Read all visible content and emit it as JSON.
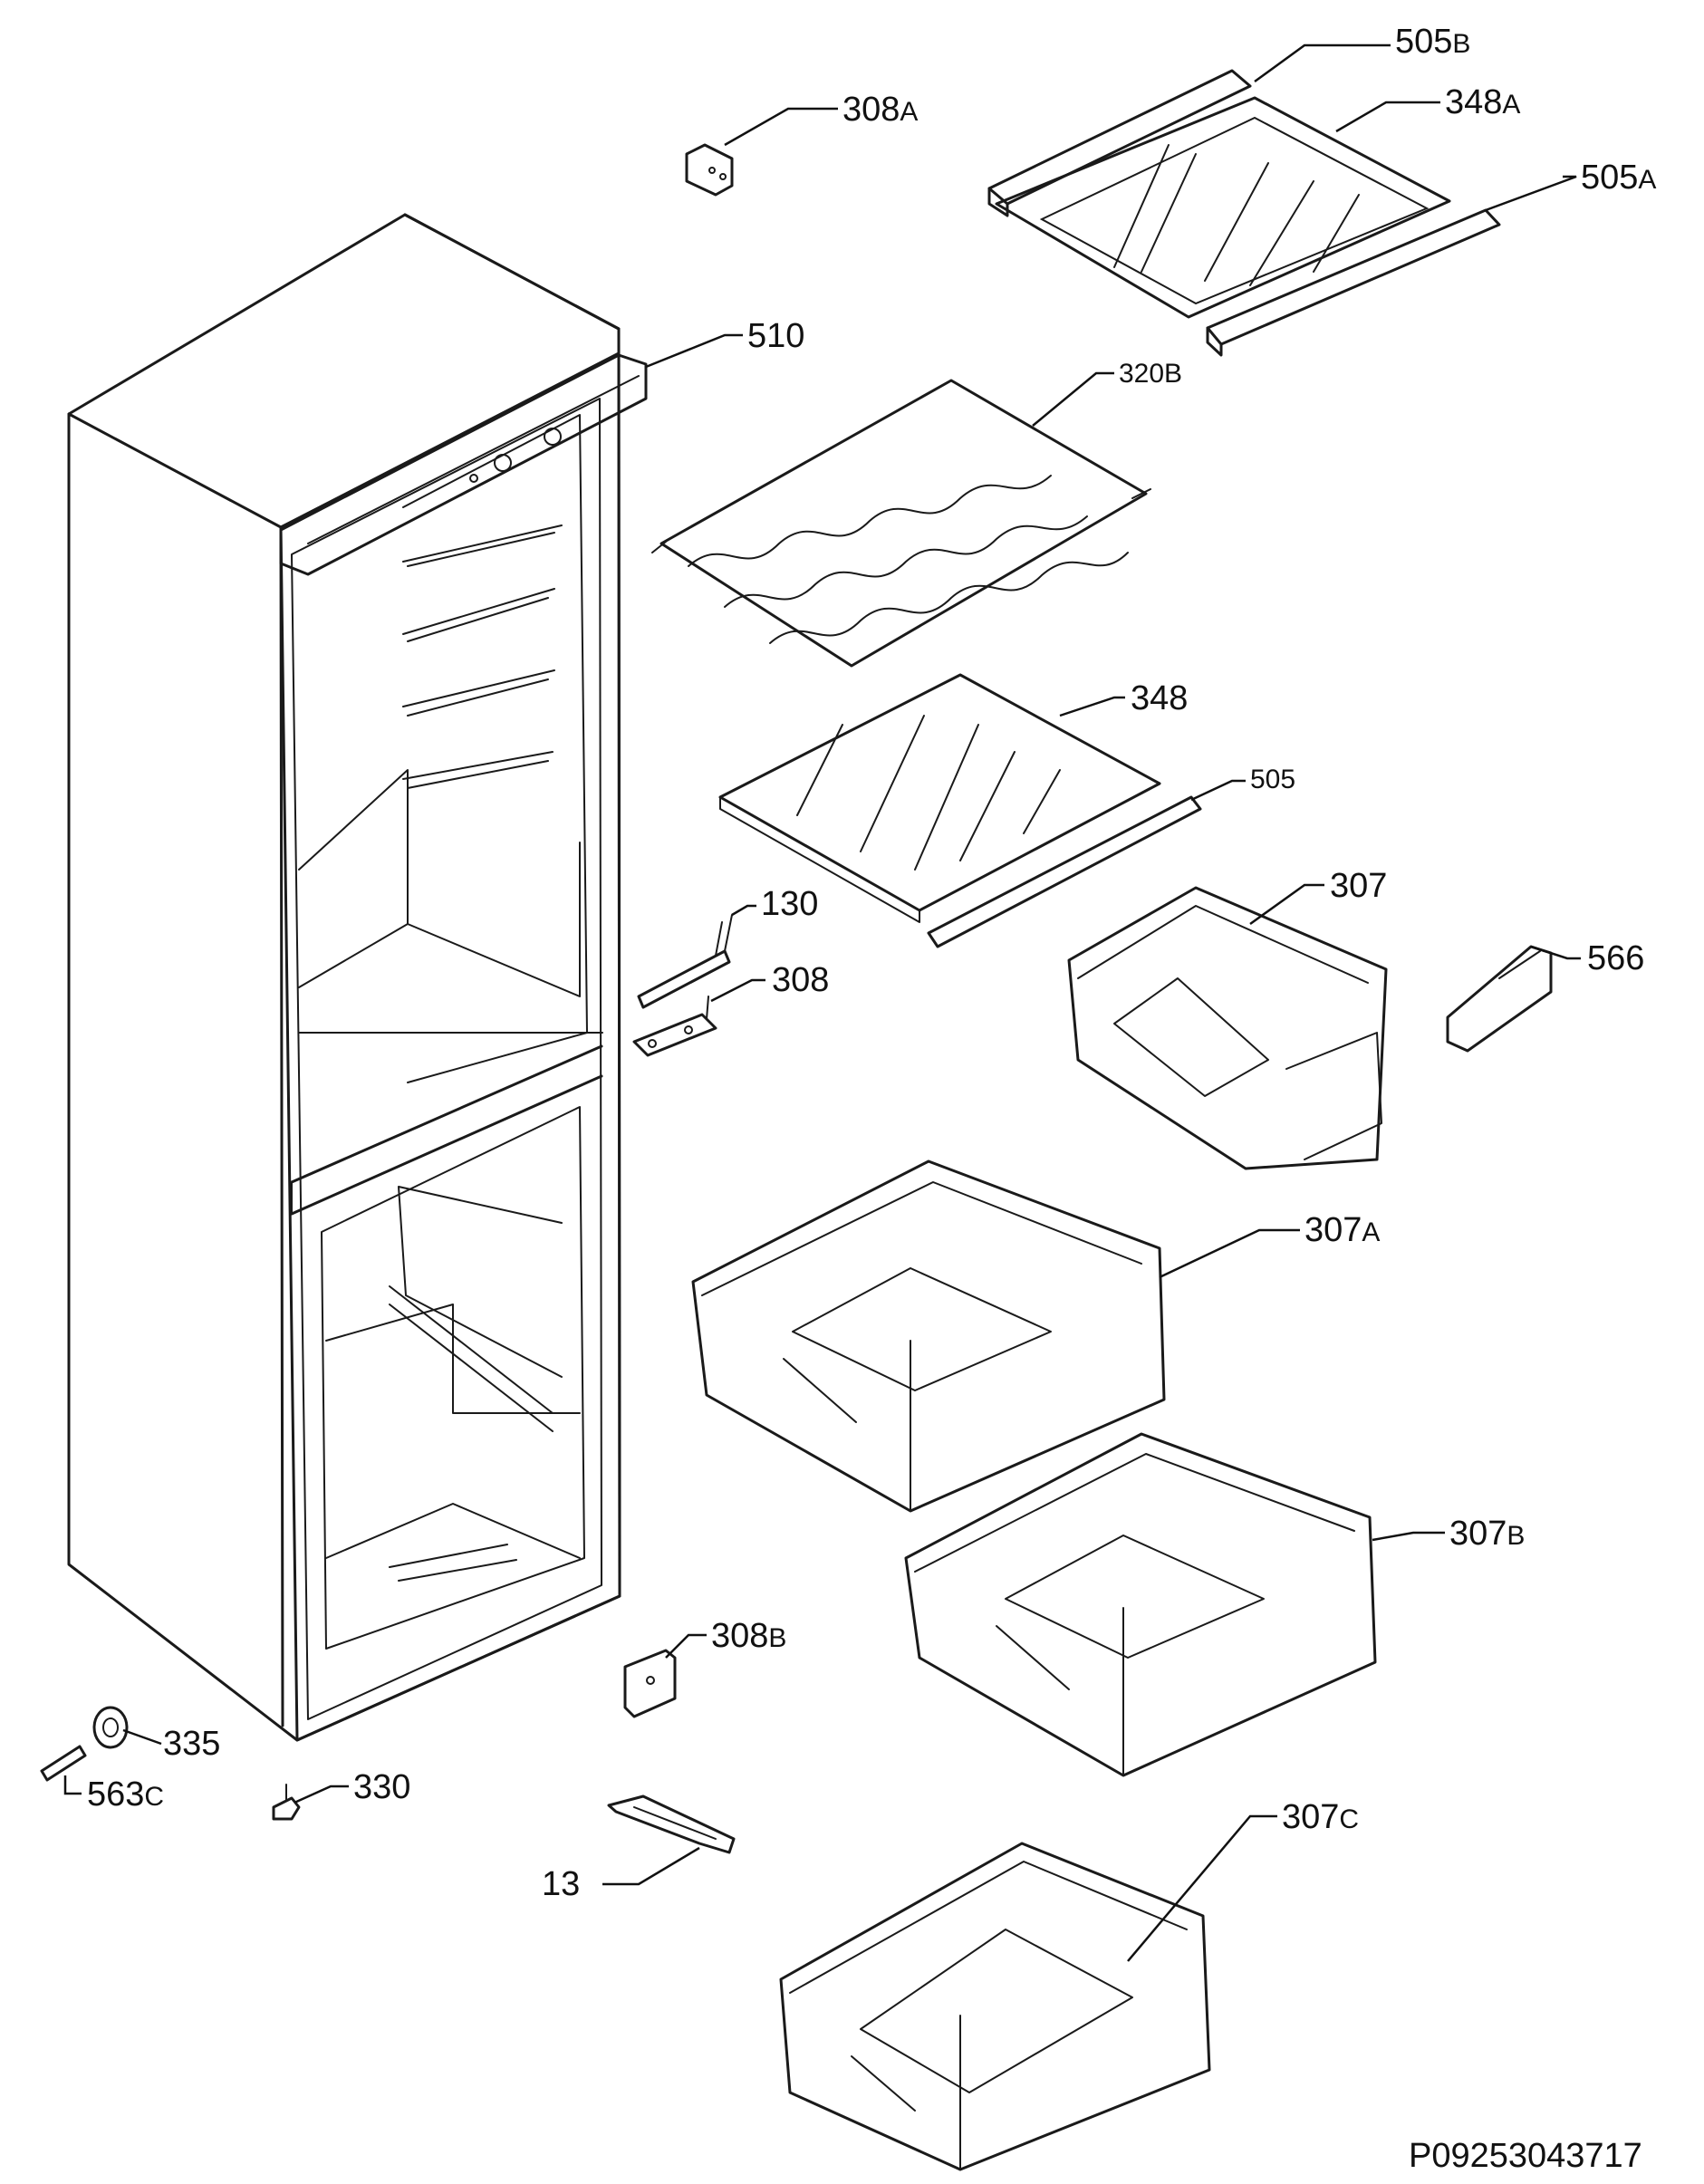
{
  "colors": {
    "background": "#ffffff",
    "line": "#1a1a1a"
  },
  "labels": {
    "l_308A": {
      "main": "308",
      "suffix": "A"
    },
    "l_505B": {
      "main": "505",
      "suffix": "B"
    },
    "l_348A": {
      "main": "348",
      "suffix": "A"
    },
    "l_505A": {
      "main": "505",
      "suffix": "A"
    },
    "l_510": {
      "main": "510",
      "suffix": ""
    },
    "l_320B": {
      "main": "320B",
      "suffix": ""
    },
    "l_348": {
      "main": "348",
      "suffix": ""
    },
    "l_505": {
      "main": "505",
      "suffix": ""
    },
    "l_130": {
      "main": "130",
      "suffix": ""
    },
    "l_307": {
      "main": "307",
      "suffix": ""
    },
    "l_308": {
      "main": "308",
      "suffix": ""
    },
    "l_566": {
      "main": "566",
      "suffix": ""
    },
    "l_307A": {
      "main": "307",
      "suffix": "A"
    },
    "l_307B": {
      "main": "307",
      "suffix": "B"
    },
    "l_308B": {
      "main": "308",
      "suffix": "B"
    },
    "l_335": {
      "main": "335",
      "suffix": ""
    },
    "l_563C": {
      "main": "563",
      "suffix": "C"
    },
    "l_330": {
      "main": "330",
      "suffix": ""
    },
    "l_13": {
      "main": "13",
      "suffix": ""
    },
    "l_307C": {
      "main": "307",
      "suffix": "C"
    }
  },
  "diagram_code": "P09253043717"
}
